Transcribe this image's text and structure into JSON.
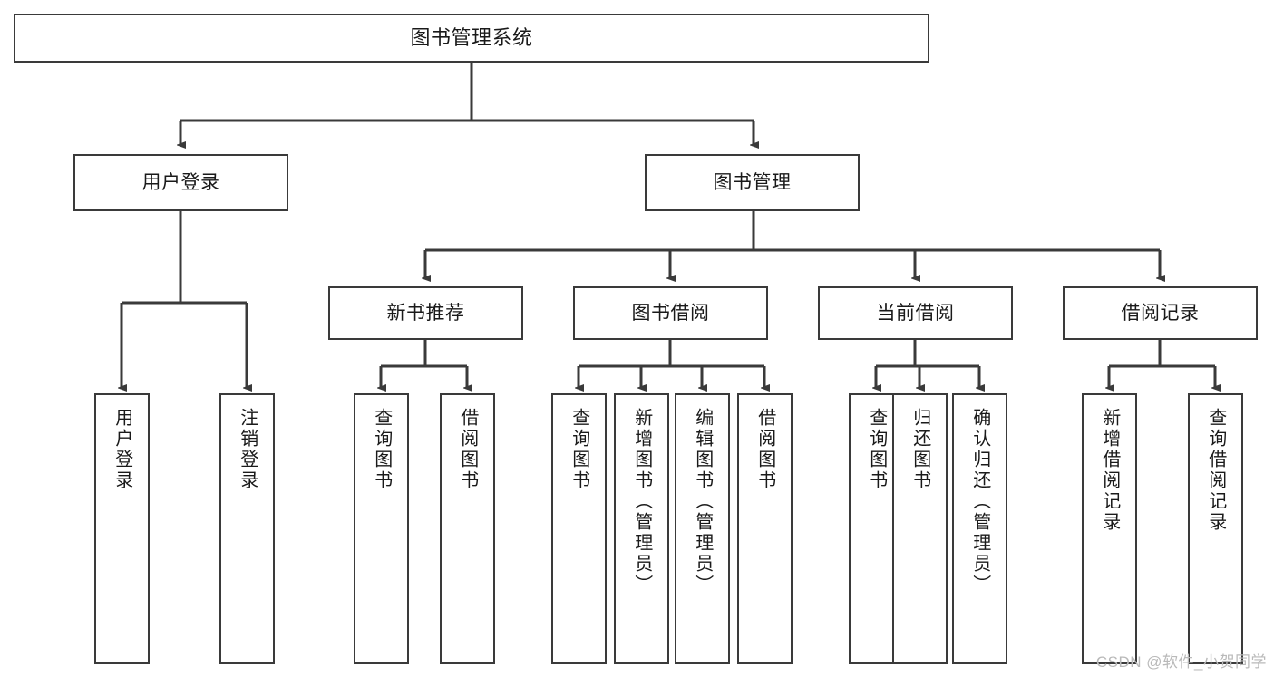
{
  "diagram": {
    "title": "图书管理系统",
    "type": "tree-hierarchy-diagram",
    "root": {
      "id": "root",
      "label": "图书管理系统"
    },
    "level2": [
      {
        "id": "user-login",
        "label": "用户登录"
      },
      {
        "id": "book-management",
        "label": "图书管理"
      }
    ],
    "level3": [
      {
        "id": "new-book-recommend",
        "label": "新书推荐",
        "parent": "book-management"
      },
      {
        "id": "book-borrow",
        "label": "图书借阅",
        "parent": "book-management"
      },
      {
        "id": "current-borrow",
        "label": "当前借阅",
        "parent": "book-management"
      },
      {
        "id": "borrow-record",
        "label": "借阅记录",
        "parent": "book-management"
      }
    ],
    "leaves": [
      {
        "id": "leaf-user-login",
        "label": "用户登录",
        "parent": "user-login"
      },
      {
        "id": "leaf-logout-login",
        "label": "注销登录",
        "parent": "user-login"
      },
      {
        "id": "leaf-query-book-1",
        "label": "查询图书",
        "parent": "new-book-recommend"
      },
      {
        "id": "leaf-borrow-book-1",
        "label": "借阅图书",
        "parent": "new-book-recommend"
      },
      {
        "id": "leaf-query-book-2",
        "label": "查询图书",
        "parent": "book-borrow"
      },
      {
        "id": "leaf-add-book",
        "label": "新增图书（管理员）",
        "parent": "book-borrow"
      },
      {
        "id": "leaf-edit-book",
        "label": "编辑图书（管理员）",
        "parent": "book-borrow"
      },
      {
        "id": "leaf-borrow-book-2",
        "label": "借阅图书",
        "parent": "book-borrow"
      },
      {
        "id": "leaf-query-book-3",
        "label": "查询图书",
        "parent": "current-borrow"
      },
      {
        "id": "leaf-return-book",
        "label": "归还图书",
        "parent": "current-borrow"
      },
      {
        "id": "leaf-confirm-return",
        "label": "确认归还（管理员）",
        "parent": "current-borrow"
      },
      {
        "id": "leaf-add-record",
        "label": "新增借阅记录",
        "parent": "borrow-record"
      },
      {
        "id": "leaf-query-record",
        "label": "查询借阅记录",
        "parent": "borrow-record"
      }
    ],
    "watermark": "CSDN @软件_小贺同学",
    "colors": {
      "background": "#ffffff",
      "box_border": "#3a3a3a",
      "box_fill": "#ffffff",
      "connector": "#3a3a3a",
      "text": "#1a1a1a",
      "watermark": "#b9b9b9"
    }
  }
}
